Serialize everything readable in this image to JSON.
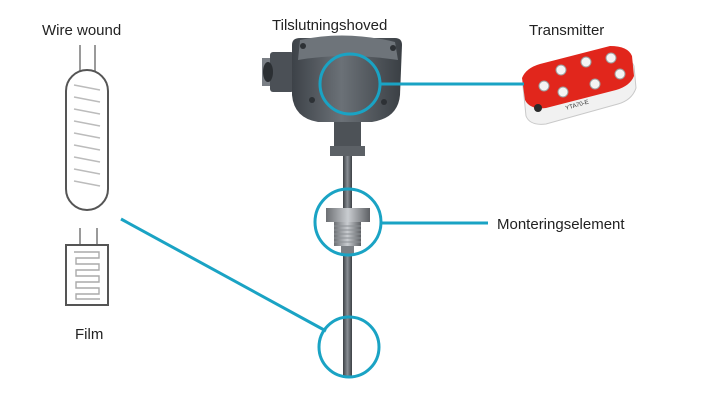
{
  "labels": {
    "wire_wound": "Wire wound",
    "connection_head": "Tilslutningshoved",
    "transmitter": "Transmitter",
    "mounting_element": "Monteringselement",
    "film": "Film"
  },
  "transmitter_text": {
    "model": "YTA70-E"
  },
  "colors": {
    "callout": "#1aa3c4",
    "transmitter_red": "#e1261c",
    "head_gray": "#5b6066",
    "sensor_outline": "#555555"
  },
  "icons": [
    "wire-wound-sensor-icon",
    "film-sensor-icon",
    "connection-head-icon",
    "transmitter-icon",
    "thermowell-icon"
  ]
}
